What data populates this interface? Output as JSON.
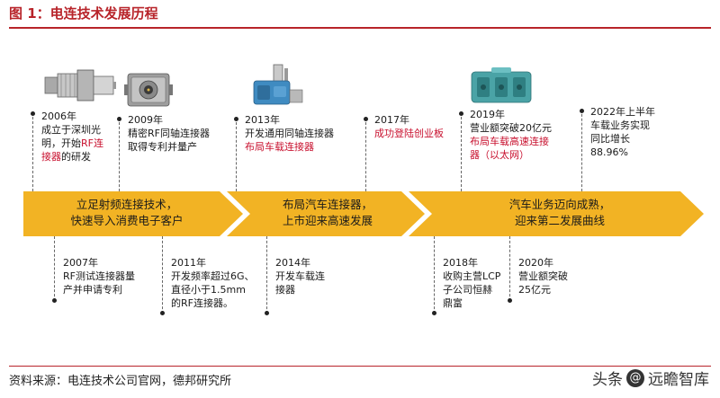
{
  "title": "图 1：电连技术发展历程",
  "source": "资料来源：电连技术公司官网，德邦研究所",
  "watermark": {
    "handle": "头条",
    "name": "远瞻智库"
  },
  "colors": {
    "accent": "#b8242a",
    "band": "#f2b324",
    "highlight": "#c8102e",
    "connector_teal": "#4aa3a6"
  },
  "bands": [
    {
      "lines": [
        "立足射频连接技术，",
        "快速导入消费电子客户"
      ]
    },
    {
      "lines": [
        "布局汽车连接器，",
        "上市迎来高速发展"
      ]
    },
    {
      "lines": [
        "汽车业务迈向成熟，",
        "迎来第二发展曲线"
      ]
    }
  ],
  "top_events": [
    {
      "year": "2006年",
      "lines": [
        "成立于深圳光",
        "明，开始RF连",
        "接器的研发"
      ]
    },
    {
      "year": "2009年",
      "lines": [
        "精密RF同轴连接器",
        "取得专利并量产"
      ]
    },
    {
      "year": "2013年",
      "lines": [
        "开发通用同轴连接器",
        "布局车载连接器"
      ]
    },
    {
      "year": "2017年",
      "lines": [
        "成功登陆创业板"
      ]
    },
    {
      "year": "2019年",
      "lines": [
        "营业额突破20亿元",
        "布局车载高速连接",
        "器（以太网）"
      ]
    },
    {
      "year": "2022年上半年",
      "lines": [
        "车载业务实现",
        "同比增长",
        "88.96%"
      ]
    }
  ],
  "bottom_events": [
    {
      "year": "2007年",
      "lines": [
        "RF测试连接器量",
        "产并申请专利"
      ]
    },
    {
      "year": "2011年",
      "lines": [
        "开发频率超过6G、",
        "直径小于1.5mm",
        "的RF连接器。"
      ]
    },
    {
      "year": "2014年",
      "lines": [
        "开发车载连",
        "接器"
      ]
    },
    {
      "year": "2018年",
      "lines": [
        "收购主营LCP",
        "子公司恒赫",
        "鼎富"
      ]
    },
    {
      "year": "2020年",
      "lines": [
        "营业额突破",
        "25亿元"
      ]
    }
  ]
}
